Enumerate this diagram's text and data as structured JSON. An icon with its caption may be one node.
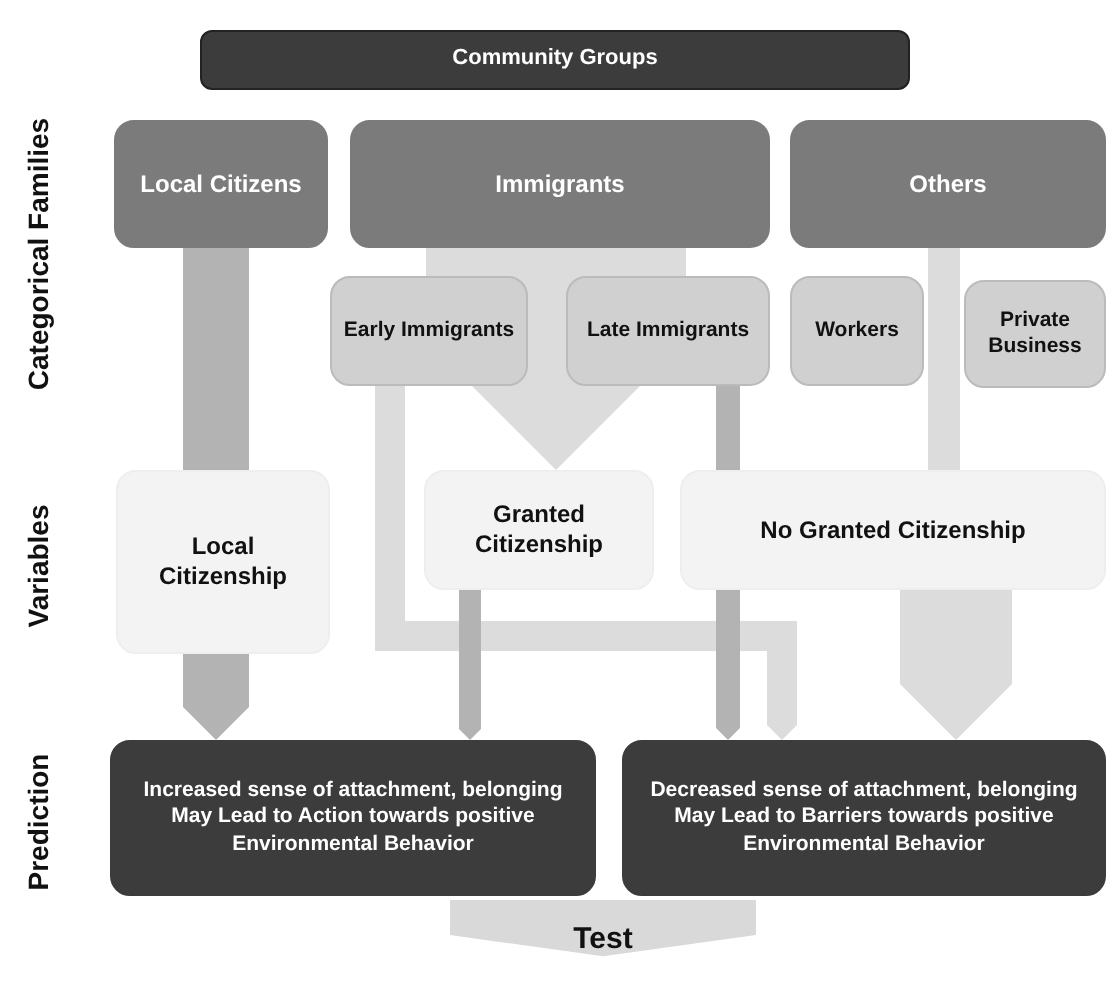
{
  "diagram": {
    "nodes": [
      {
        "text": [
          "Community Groups"
        ]
      },
      {
        "text": [
          "Local Citizens"
        ]
      },
      {
        "text": [
          "Immigrants"
        ]
      },
      {
        "text": [
          "Others"
        ]
      },
      {
        "text": [
          "Early Immigrants"
        ]
      },
      {
        "text": [
          "Late Immigrants"
        ]
      },
      {
        "text": [
          "Workers"
        ]
      },
      {
        "text": [
          "Private Business"
        ]
      },
      {
        "text": [
          "Local Citizenship"
        ]
      },
      {
        "text": [
          "Granted Citizenship"
        ]
      },
      {
        "text": [
          "No Granted Citizenship"
        ]
      },
      {
        "text": [
          "Increased sense of attachment, belonging May Lead to Action towards positive Environmental Behavior"
        ]
      },
      {
        "text": [
          "Decreased sense of attachment, belonging May Lead to Barriers towards positive Environmental Behavior"
        ]
      },
      {
        "text": [
          "Test"
        ]
      }
    ],
    "edges": [
      {
        "from": 1,
        "to": 8,
        "arrow": "none",
        "style": "thick",
        "color": "#b3b3b3"
      },
      {
        "from": 8,
        "to": 11,
        "arrow": "to",
        "style": "thick",
        "color": "#b3b3b3"
      },
      {
        "from": 2,
        "to": 9,
        "arrow": "to",
        "style": "thick",
        "color": "#dcdcdc"
      },
      {
        "from": 4,
        "to": 12,
        "arrow": "to",
        "color": "#dcdcdc"
      },
      {
        "from": 9,
        "to": 11,
        "arrow": "to",
        "color": "#b3b3b3"
      },
      {
        "from": 5,
        "to": 10,
        "arrow": "none",
        "color": "#b3b3b3"
      },
      {
        "from": 3,
        "to": 10,
        "arrow": "none",
        "color": "#dcdcdc"
      },
      {
        "from": 10,
        "to": 12,
        "arrow": "to",
        "style": "thick",
        "color": "#dcdcdc"
      },
      {
        "from": 10,
        "to": 12,
        "arrow": "to",
        "color": "#b3b3b3"
      }
    ],
    "labels": [
      "Categorical Families",
      "Variables",
      "Prediction"
    ]
  }
}
